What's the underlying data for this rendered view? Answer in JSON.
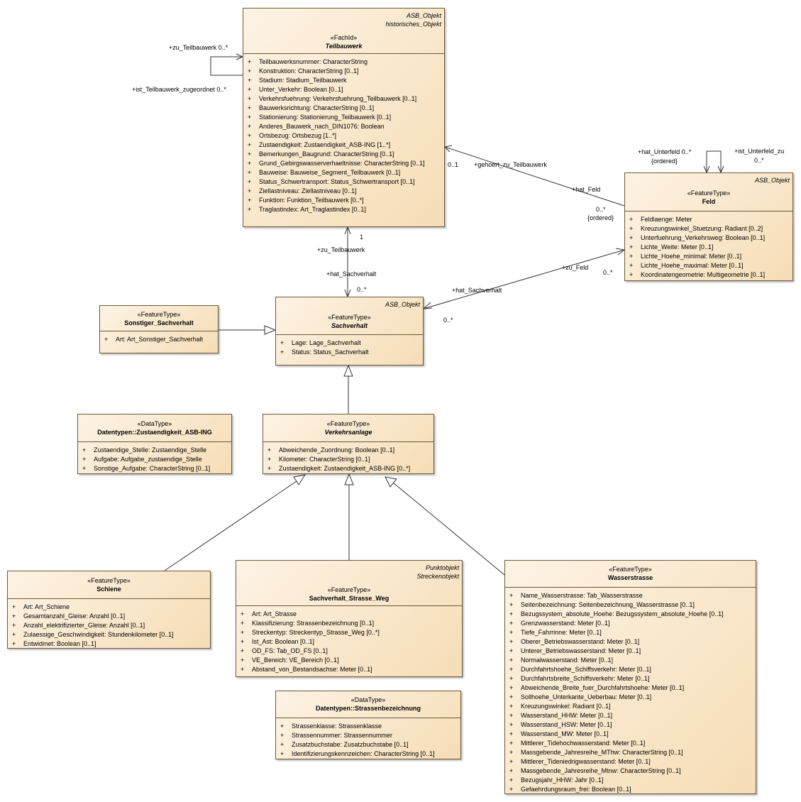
{
  "classes": {
    "teilbauwerk": {
      "tags": [
        "ASB_Objekt",
        "historisches_Objekt"
      ],
      "stereotype": "«FachId»",
      "name": "Teilbauwerk",
      "attributes": [
        "Teilbauwerksnummer: CharacterString",
        "Konstruktion: CharacterString [0..1]",
        "Stadium: Stadium_Teilbauwerk",
        "Unter_Verkehr: Boolean [0..1]",
        "Verkehrsfuehrung: Verkehrsfuehrung_Teilbauwerk [0..1]",
        "Bauwerksrichtung: CharacterString [0..1]",
        "Stationierung: Stationierung_Teilbauwerk [0..1]",
        "Anderes_Bauwerk_nach_DIN1076: Boolean",
        "Ortsbezug: Ortsbezug [1..*]",
        "Zustaendigkeit: Zustaendigkeit_ASB-ING [1..*]",
        "Bemerkungen_Baugrund: CharacterString [0..1]",
        "Grund_Gebirgswasserverhaeltnisse: CharacterString [0..1]",
        "Bauweise: Bauweise_Segment_Teilbauwerk [0..1]",
        "Status_Schwertransport: Status_Schwertransport [0..1]",
        "Ziellastniveau: Ziellastniveau [0..1]",
        "Funktion: Funktion_Teilbauwerk [0..*]",
        "Traglastindex: Art_Traglastindex [0..1]"
      ]
    },
    "feld": {
      "tags": [
        "ASB_Objekt"
      ],
      "stereotype": "«FeatureType»",
      "name": "Feld",
      "attributes": [
        "Feldlaenge: Meter",
        "Kreuzungswinkel_Stuetzung: Radiant [0..2]",
        "Unterfuehrung_Verkehrsweg: Boolean [0..1]",
        "Lichte_Weite: Meter [0..1]",
        "Lichte_Hoehe_minimal: Meter [0..1]",
        "Lichte_Hoehe_maximal: Meter [0..1]",
        "Koordinatengeometrie: Multigeometrie [0..1]"
      ]
    },
    "sonstiger": {
      "tags": [],
      "stereotype": "«FeatureType»",
      "name": "Sonstiger_Sachverhalt",
      "attributes": [
        "Art: Art_Sonstiger_Sachverhalt"
      ]
    },
    "sachverhalt": {
      "tags": [
        "ASB_Objekt"
      ],
      "stereotype": "«FeatureType»",
      "name": "Sachverhalt",
      "attributes": [
        "Lage: Lage_Sachverhalt",
        "Status: Status_Sachverhalt"
      ]
    },
    "zustaendigkeit": {
      "tags": [],
      "stereotype": "«DataType»",
      "name": "Datentypen::Zustaendigkeit_ASB-ING",
      "attributes": [
        "Zustaendige_Stelle: Zustaendige_Stelle",
        "Aufgabe: Aufgabe_zustaendige_Stelle",
        "Sonstige_Aufgabe: CharacterString [0..1]"
      ]
    },
    "verkehrsanlage": {
      "tags": [],
      "stereotype": "«FeatureType»",
      "name": "Verkehrsanlage",
      "attributes": [
        "Abweichende_Zuordnung: Boolean [0..1]",
        "Kilometer: CharacterString [0..1]",
        "Zustaendigkeit: Zustaendigkeit_ASB-ING [0..*]"
      ]
    },
    "schiene": {
      "tags": [],
      "stereotype": "«FeatureType»",
      "name": "Schiene",
      "attributes": [
        "Art: Art_Schiene",
        "Gesamtanzahl_Gleise: Anzahl [0..1]",
        "Anzahl_elektrifizierter_Gleise: Anzahl [0..1]",
        "Zulaessige_Geschwindigkeit: Stundenkilometer [0..1]",
        "Entwidmet: Boolean [0..1]"
      ]
    },
    "strasse": {
      "tags": [
        "Punktobjekt",
        "Streckenobjekt"
      ],
      "stereotype": "«FeatureType»",
      "name": "Sachverhalt_Strasse_Weg",
      "attributes": [
        "Art: Art_Strasse",
        "Klassifizierung: Strassenbezeichnung [0..1]",
        "Streckentyp: Streckentyp_Strasse_Weg [0..*]",
        "Ist_Ast: Boolean [0..1]",
        "OD_FS: Tab_OD_FS [0..1]",
        "VE_Bereich: VE_Bereich [0..1]",
        "Abstand_von_Bestandsachse: Meter [0..1]"
      ]
    },
    "strassenbezeichnung": {
      "tags": [],
      "stereotype": "«DataType»",
      "name": "Datentypen::Strassenbezeichnung",
      "attributes": [
        "Strassenklasse: Strassenklasse",
        "Strassennummer: Strassennummer",
        "Zusatzbuchstabe: Zusatzbuchstabe [0..1]",
        "Identifizierungskennzeichen: CharacterString [0..1]"
      ]
    },
    "wasserstrasse": {
      "tags": [],
      "stereotype": "«FeatureType»",
      "name": "Wasserstrasse",
      "attributes": [
        "Name_Wasserstrasse: Tab_Wasserstrasse",
        "Seitenbezeichnung: Seitenbezeichnung_Wasserstrasse [0..1]",
        "Bezugssystem_absolute_Hoehe: Bezugssystem_absolute_Hoehe [0..1]",
        "Grenzwasserstand: Meter [0..1]",
        "Tiefe_Fahrrinne: Meter [0..1]",
        "Oberer_Betriebswasserstand: Meter [0..1]",
        "Unterer_Betriebswasserstand: Meter [0..1]",
        "Normalwasserstand: Meter [0..1]",
        "Durchfahrtshoehe_Schiffsverkehr: Meter [0..1]",
        "Durchfahrtsbreite_Schiffsverkehr: Meter [0..1]",
        "Abweichende_Breite_fuer_Durchfahrtshoehe: Meter [0..1]",
        "Sollhoehe_Unterkante_Ueberbau: Meter [0..1]",
        "Kreuzungswinkel: Radiant [0..1]",
        "Wasserstand_HHW: Meter [0..1]",
        "Wasserstand_HSW: Meter [0..1]",
        "Wasserstand_MW: Meter [0..1]",
        "Mittlerer_Tidehochwasserstand: Meter [0..1]",
        "Massgebende_Jahresreihe_MThw: CharacterString [0..1]",
        "Mittlerer_Tideniedrigwasserstand: Meter [0..1]",
        "Massgebende_Jahresreihe_Mtnw: CharacterString [0..1]",
        "Bezugsjahr_HHW: Jahr [0..1]",
        "Gefaehrdungsraum_frei: Boolean [0..1]"
      ]
    }
  },
  "labels": {
    "zu_teilbauwerk_self": "+zu_Teilbauwerk 0..*",
    "ist_teilbauwerk_zugeordnet": "+ist_Teilbauwerk_zugeordnet 0..*",
    "gehoert_zu_teilbauwerk": "+gehoert_zu_Teilbauwerk",
    "mult_0_1": "0..1",
    "hat_feld": "+hat_Feld",
    "mult_feld": "0..*",
    "ordered_feld": "{ordered}",
    "hat_unterfeld": "+hat_Unterfeld 0..*",
    "ordered_unterfeld": "{ordered}",
    "ist_unterfeld_zu": "+ist_Unterfeld_zu",
    "mult_unterfeld": "0..*",
    "mult_1": "1",
    "zu_teilbauwerk": "+zu_Teilbauwerk",
    "hat_sachverhalt_1": "+hat_Sachverhalt",
    "mult_sv_1": "0..*",
    "zu_feld": "+zu_Feld",
    "mult_zu_feld": "0..*",
    "hat_sachverhalt_2": "+hat_Sachverhalt",
    "mult_sv_2": "0..*"
  }
}
